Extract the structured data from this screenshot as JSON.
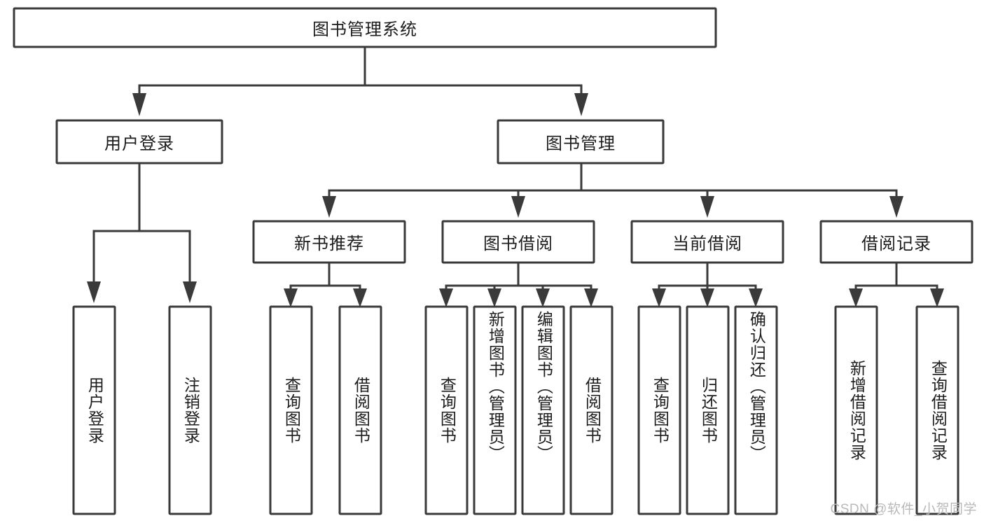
{
  "diagram": {
    "type": "tree",
    "title": "图书管理系统",
    "watermark": "CSDN @软件_小贺同学",
    "root": {
      "id": "root",
      "label": "图书管理系统",
      "orientation": "horizontal"
    },
    "level1": [
      {
        "id": "user-login",
        "label": "用户登录",
        "orientation": "horizontal"
      },
      {
        "id": "book-management",
        "label": "图书管理",
        "orientation": "horizontal"
      }
    ],
    "level2": [
      {
        "id": "new-book-recommend",
        "label": "新书推荐",
        "parent": "book-management",
        "orientation": "horizontal"
      },
      {
        "id": "book-borrow",
        "label": "图书借阅",
        "parent": "book-management",
        "orientation": "horizontal"
      },
      {
        "id": "current-borrow",
        "label": "当前借阅",
        "parent": "book-management",
        "orientation": "horizontal"
      },
      {
        "id": "borrow-record",
        "label": "借阅记录",
        "parent": "book-management",
        "orientation": "horizontal"
      }
    ],
    "leaves": [
      {
        "id": "leaf-user-login",
        "label": "用户登录",
        "parent": "user-login",
        "orientation": "vertical"
      },
      {
        "id": "leaf-user-logout",
        "label": "注销登录",
        "parent": "user-login",
        "orientation": "vertical"
      },
      {
        "id": "leaf-query-book-1",
        "label": "查询图书",
        "parent": "new-book-recommend",
        "orientation": "vertical"
      },
      {
        "id": "leaf-borrow-book-1",
        "label": "借阅图书",
        "parent": "new-book-recommend",
        "orientation": "vertical"
      },
      {
        "id": "leaf-query-book-2",
        "label": "查询图书",
        "parent": "book-borrow",
        "orientation": "vertical"
      },
      {
        "id": "leaf-add-book",
        "label": "新增图书（管理员）",
        "parent": "book-borrow",
        "orientation": "vertical"
      },
      {
        "id": "leaf-edit-book",
        "label": "编辑图书（管理员）",
        "parent": "book-borrow",
        "orientation": "vertical"
      },
      {
        "id": "leaf-borrow-book-2",
        "label": "借阅图书",
        "parent": "book-borrow",
        "orientation": "vertical"
      },
      {
        "id": "leaf-query-book-3",
        "label": "查询图书",
        "parent": "current-borrow",
        "orientation": "vertical"
      },
      {
        "id": "leaf-return-book",
        "label": "归还图书",
        "parent": "current-borrow",
        "orientation": "vertical"
      },
      {
        "id": "leaf-confirm-return",
        "label": "确认归还（管理员）",
        "parent": "current-borrow",
        "orientation": "vertical"
      },
      {
        "id": "leaf-add-record",
        "label": "新增借阅记录",
        "parent": "borrow-record",
        "orientation": "vertical"
      },
      {
        "id": "leaf-query-record",
        "label": "查询借阅记录",
        "parent": "borrow-record",
        "orientation": "vertical"
      }
    ],
    "colors": {
      "box_stroke": "#3a3a3a",
      "box_fill": "#ffffff",
      "text": "#1c1c1c",
      "connector": "#3a3a3a",
      "watermark": "#b9b9b9",
      "background": "#ffffff"
    }
  }
}
